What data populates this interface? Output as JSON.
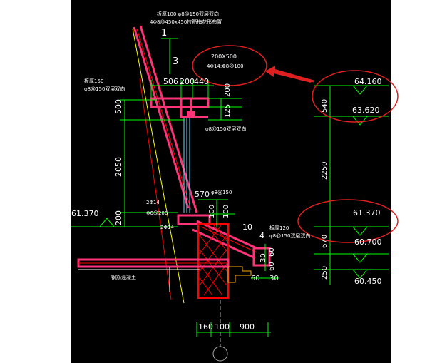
{
  "colors": {
    "background": "#000000",
    "dimension": "#00ff00",
    "text": "#ffffff",
    "slab": "#ff3377",
    "rebar": "#ff0000",
    "roof_line": "#ffff00",
    "window": "#66ddff",
    "callout": "#e02020",
    "section_mark": "#00ffff"
  },
  "annotations": {
    "top_note_1": "板厚100 φ8@150双层双向",
    "top_note_2": "4Φ8@450x450拉筋梅花形布置",
    "marker_1": "1",
    "marker_3": "3",
    "beam_size": "200X500",
    "beam_rebar": "4Φ14;Φ8@100",
    "slab_note_1": "板厚150",
    "slab_note_2": "φ8@150双层双向",
    "gutter_note": "φ8@150双层双向",
    "rebar_2d14_a": "2Φ14",
    "rebar_stirrup": "Φ6@200",
    "rebar_2d14_b": "2Φ14",
    "rebar_d8_150": "φ8@150",
    "lower_note_1": "板厚120",
    "lower_note_2": "φ8@150双层双向",
    "slope_10": "10",
    "slope_4": "4",
    "bottom_note": "钢筋混凝土",
    "left_level": "61.370"
  },
  "dims": {
    "d506": "506",
    "d200": "200",
    "d440": "440",
    "d200v": "200",
    "d125": "125",
    "d500": "500",
    "d2050": "2050",
    "d200b": "200",
    "d570": "570",
    "d100a": "100",
    "d100b": "100",
    "d30a": "30",
    "d60a": "60",
    "d60b": "60",
    "d60c": "60",
    "d30b": "30",
    "d160": "160",
    "d100c": "100",
    "d900": "900"
  },
  "right_elevations": {
    "e64160": "64.160",
    "e63620": "63.620",
    "e61370": "61.370",
    "e60700": "60.700",
    "e60450": "60.450",
    "d540": "540",
    "d2250": "2250",
    "d670": "670",
    "d250": "250"
  }
}
